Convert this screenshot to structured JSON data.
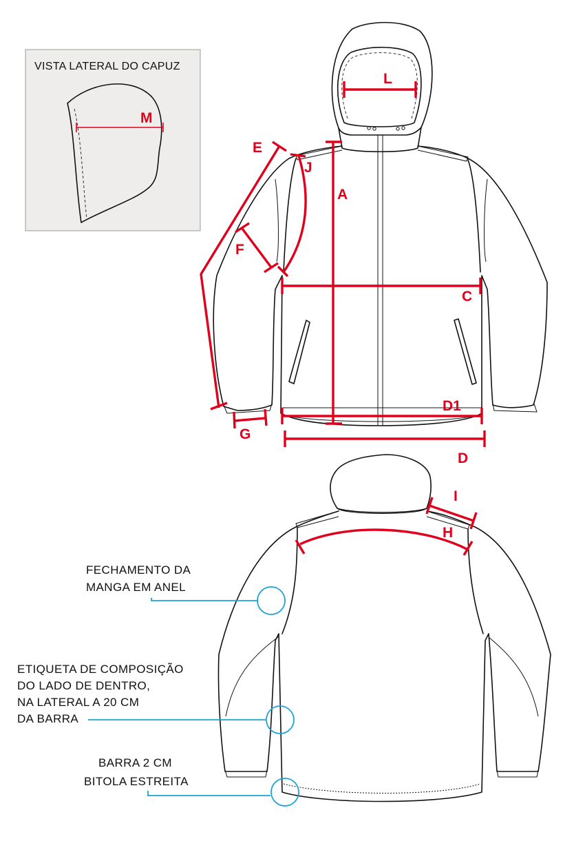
{
  "hood_panel": {
    "title": "VISTA LATERAL DO CAPUZ",
    "label": "M"
  },
  "measurements": {
    "A": "A",
    "C": "C",
    "D": "D",
    "D1": "D1",
    "E": "E",
    "F": "F",
    "G": "G",
    "H": "H",
    "I": "I",
    "J": "J",
    "L": "L"
  },
  "callouts": {
    "sleeve_closure": {
      "line1": "FECHAMENTO DA",
      "line2": "MANGA EM ANEL"
    },
    "composition_label": {
      "line1": "ETIQUETA DE COMPOSIÇÃO",
      "line2": "DO LADO DE DENTRO,",
      "line3": "NA LATERAL A 20 CM",
      "line4": "DA BARRA"
    },
    "hem": {
      "line1": "BARRA 2 CM",
      "line2": "BITOLA ESTREITA"
    }
  },
  "colors": {
    "measurement": "#e0001b",
    "callout": "#1ba3d8",
    "outline": "#111111",
    "panel_bg": "#eeedeb"
  }
}
